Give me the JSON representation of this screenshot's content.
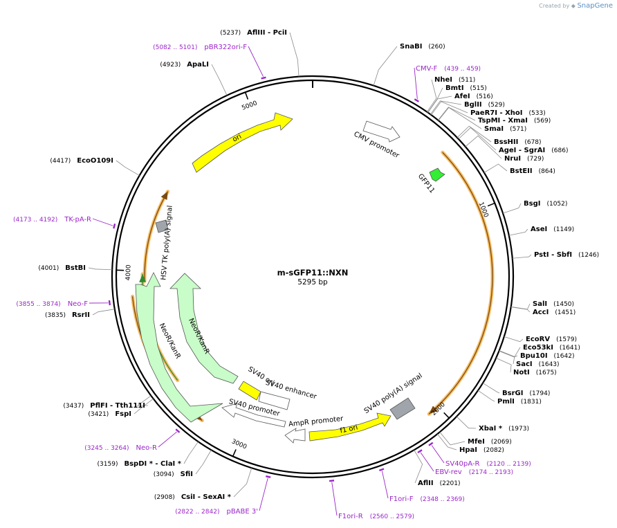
{
  "brand": {
    "created_by": "Created by",
    "name": "SnapGene"
  },
  "plasmid": {
    "name": "m-sGFP11::NXN",
    "length_label": "5295 bp",
    "length": 5295
  },
  "colors": {
    "backbone": "#000000",
    "enzyme_label": "#000000",
    "enzyme_pos": "#000000",
    "primer": "#9a25c9",
    "ori": "#ffff00",
    "kan": "#c8fcc8",
    "gfp": "#33ee33",
    "polyA": "#a0a5ab",
    "white_feature": "#ffffff",
    "orf": "#f3a730",
    "orf_green": "#2e8b2e"
  },
  "scale_ticks": [
    "1000",
    "2000",
    "3000",
    "4000",
    "5000"
  ],
  "enzymes": [
    {
      "name": "AflIII  -  PciI",
      "pos": "(5237)"
    },
    {
      "name": "SnaBI",
      "pos": "(260)"
    },
    {
      "name": "ApaLI",
      "pos": "(4923)"
    },
    {
      "name": "NheI",
      "pos": "(511)"
    },
    {
      "name": "BmtI",
      "pos": "(515)"
    },
    {
      "name": "AfeI",
      "pos": "(516)"
    },
    {
      "name": "BglII",
      "pos": "(529)"
    },
    {
      "name": "PaeR7I  -  XhoI",
      "pos": "(533)"
    },
    {
      "name": "TspMI  -  XmaI",
      "pos": "(569)"
    },
    {
      "name": "SmaI",
      "pos": "(571)"
    },
    {
      "name": "BssHII",
      "pos": "(678)"
    },
    {
      "name": "AgeI  -  SgrAI",
      "pos": "(686)"
    },
    {
      "name": "NruI",
      "pos": "(729)"
    },
    {
      "name": "BstEII",
      "pos": "(864)"
    },
    {
      "name": "BsgI",
      "pos": "(1052)"
    },
    {
      "name": "AseI",
      "pos": "(1149)"
    },
    {
      "name": "PstI  -  SbfI",
      "pos": "(1246)"
    },
    {
      "name": "SalI",
      "pos": "(1450)"
    },
    {
      "name": "AccI",
      "pos": "(1451)"
    },
    {
      "name": "EcoRV",
      "pos": "(1579)"
    },
    {
      "name": "Eco53kI",
      "pos": "(1641)"
    },
    {
      "name": "Bpu10I",
      "pos": "(1642)"
    },
    {
      "name": "SacI",
      "pos": "(1643)"
    },
    {
      "name": "NotI",
      "pos": "(1675)"
    },
    {
      "name": "BsrGI",
      "pos": "(1794)"
    },
    {
      "name": "PmlI",
      "pos": "(1831)"
    },
    {
      "name": "XbaI *",
      "pos": "(1973)"
    },
    {
      "name": "MfeI",
      "pos": "(2069)"
    },
    {
      "name": "HpaI",
      "pos": "(2082)"
    },
    {
      "name": "AflII",
      "pos": "(2201)"
    },
    {
      "name": "CsiI  -  SexAI *",
      "pos": "(2908)"
    },
    {
      "name": "SfiI",
      "pos": "(3094)"
    },
    {
      "name": "BspDI *  -  ClaI *",
      "pos": "(3159)"
    },
    {
      "name": "FspI",
      "pos": "(3421)"
    },
    {
      "name": "PflFI  -  Tth111I",
      "pos": "(3437)"
    },
    {
      "name": "RsrII",
      "pos": "(3835)"
    },
    {
      "name": "BstBI",
      "pos": "(4001)"
    },
    {
      "name": "EcoO109I",
      "pos": "(4417)"
    }
  ],
  "primers": [
    {
      "name": "pBR322ori-F",
      "range": "(5082 .. 5101)"
    },
    {
      "name": "CMV-F",
      "range": "(439 .. 459)"
    },
    {
      "name": "TK-pA-R",
      "range": "(4173 .. 4192)"
    },
    {
      "name": "Neo-F",
      "range": "(3855 .. 3874)"
    },
    {
      "name": "Neo-R",
      "range": "(3245 .. 3264)"
    },
    {
      "name": "pBABE 3'",
      "range": "(2822 .. 2842)"
    },
    {
      "name": "F1ori-R",
      "range": "(2560 .. 2579)"
    },
    {
      "name": "F1ori-F",
      "range": "(2348 .. 2369)"
    },
    {
      "name": "EBV-rev",
      "range": "(2174 .. 2193)"
    },
    {
      "name": "SV40pA-R",
      "range": "(2120 .. 2139)"
    }
  ],
  "features": [
    {
      "name": "ori",
      "type": "rep_origin"
    },
    {
      "name": "CMV promoter",
      "type": "promoter"
    },
    {
      "name": "GFP11",
      "type": "misc"
    },
    {
      "name": "HSV TK poly(A) signal",
      "type": "polyA"
    },
    {
      "name": "NeoR/KanR",
      "type": "cds"
    },
    {
      "name": "NeoR/KanR",
      "type": "cds"
    },
    {
      "name": "SV40 ori",
      "type": "rep_origin"
    },
    {
      "name": "SV40 enhancer",
      "type": "enhancer"
    },
    {
      "name": "SV40 promoter",
      "type": "promoter"
    },
    {
      "name": "AmpR promoter",
      "type": "promoter"
    },
    {
      "name": "f1 ori",
      "type": "rep_origin"
    },
    {
      "name": "SV40 poly(A) signal",
      "type": "polyA"
    }
  ]
}
